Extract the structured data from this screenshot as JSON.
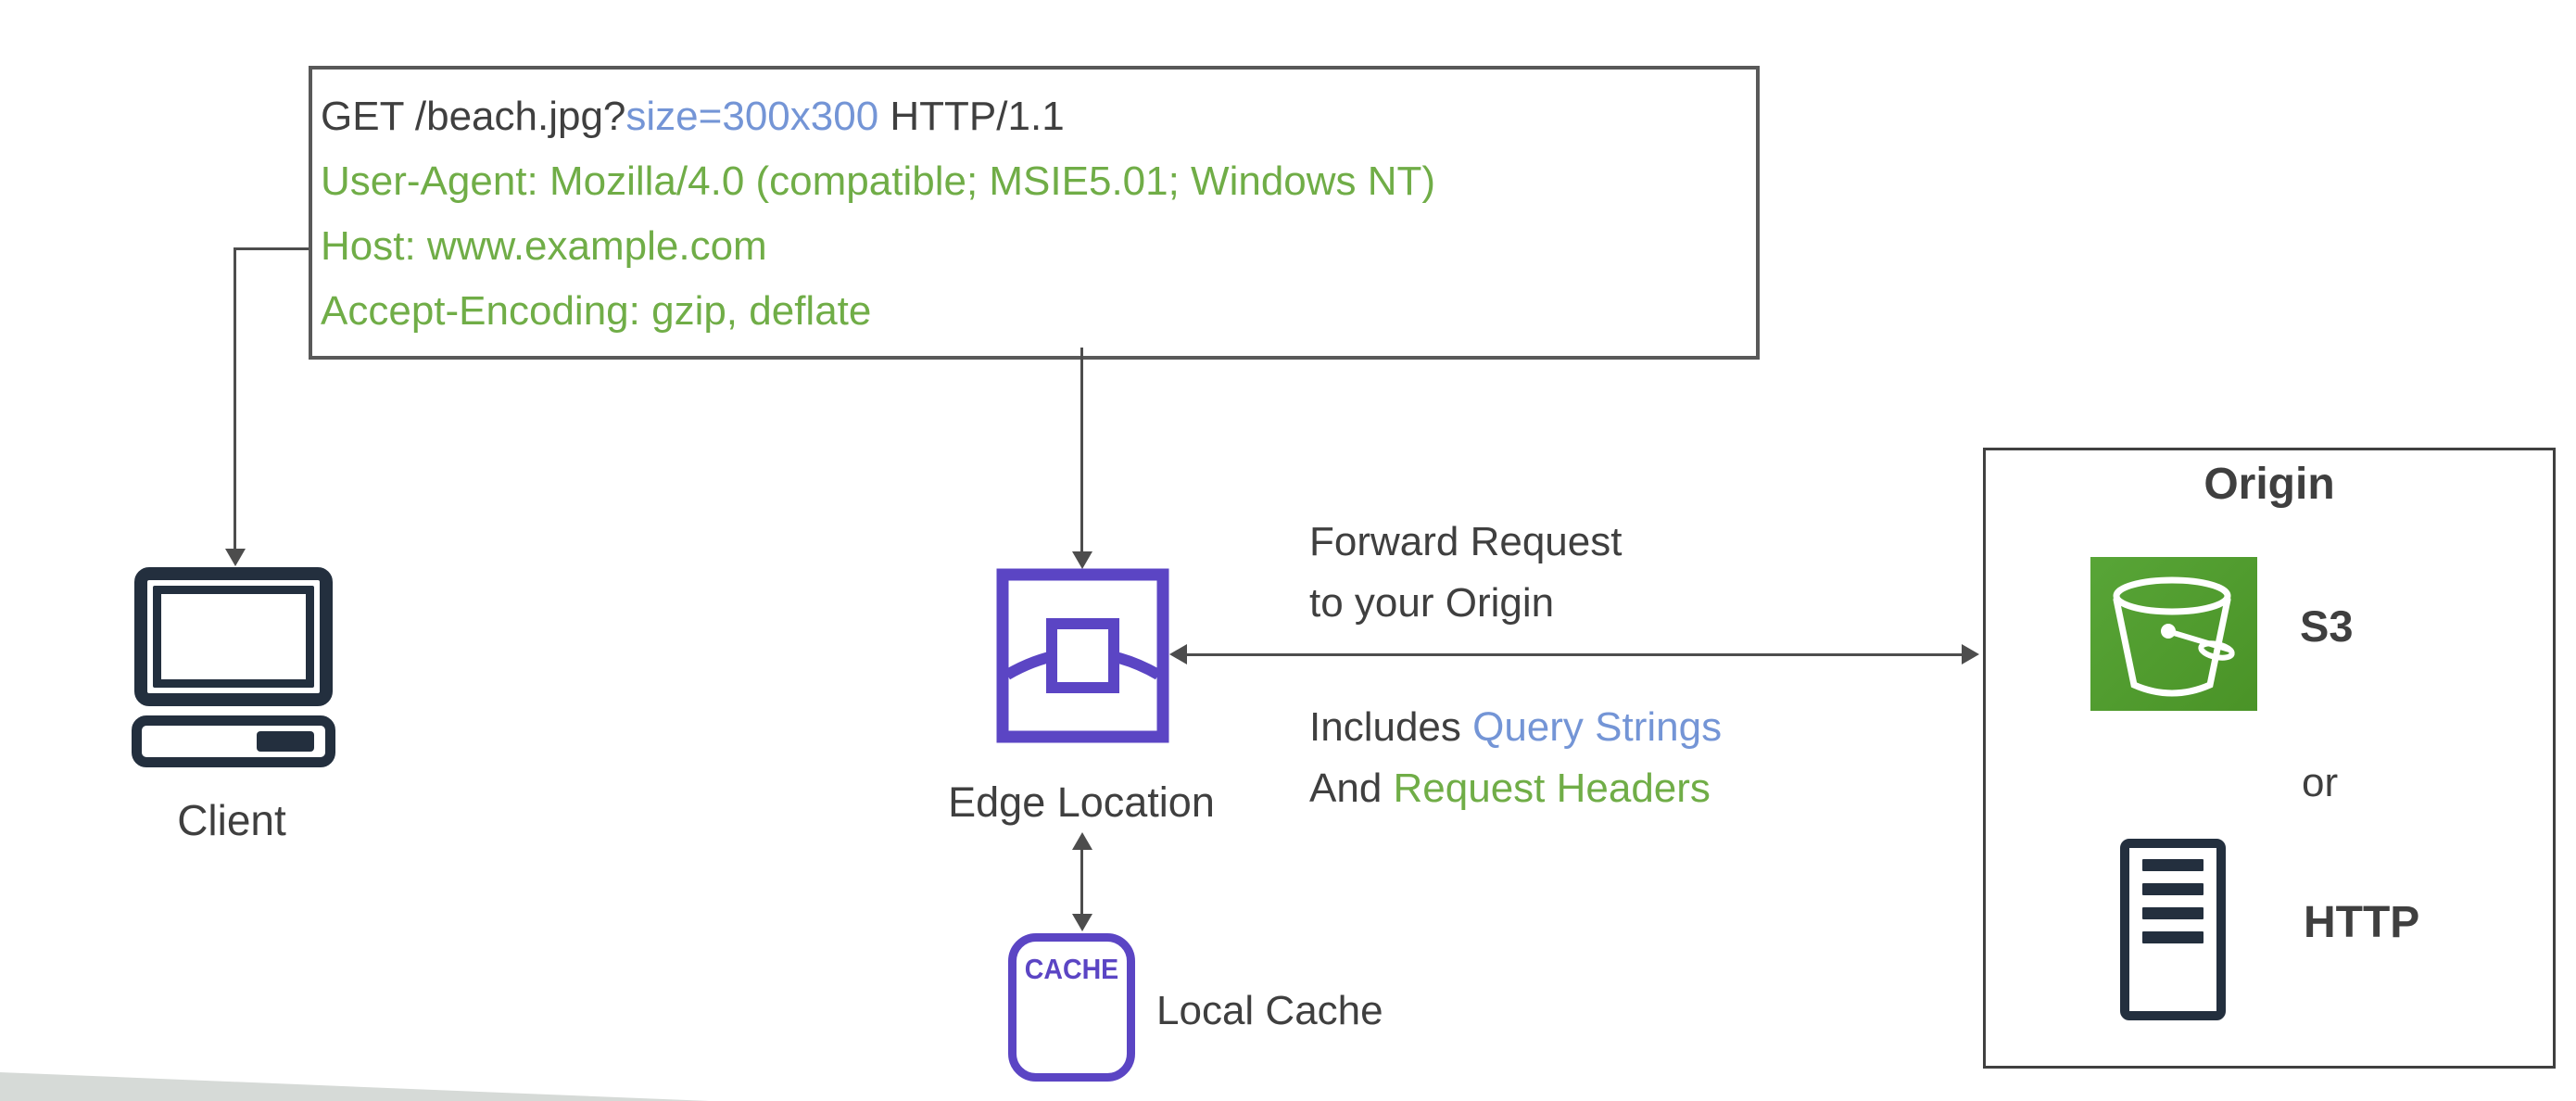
{
  "request_box": {
    "line1_prefix": "GET /beach.jpg?",
    "line1_query": "size=300x300",
    "line1_suffix": " HTTP/1.1",
    "line2": "User-Agent: Mozilla/4.0 (compatible; MSIE5.01; Windows NT)",
    "line3": "Host: www.example.com",
    "line4": "Accept-Encoding: gzip, deflate"
  },
  "client": {
    "label": "Client"
  },
  "edge": {
    "label": "Edge Location"
  },
  "cache": {
    "box_text": "CACHE",
    "label": "Local Cache"
  },
  "annotations": {
    "forward_line1": "Forward Request",
    "forward_line2": "to your Origin",
    "includes_prefix": "Includes ",
    "includes_query": "Query Strings",
    "and_prefix": "And ",
    "and_headers": "Request Headers"
  },
  "origin": {
    "title": "Origin",
    "s3_label": "S3",
    "or_label": "or",
    "http_label": "HTTP"
  },
  "colors": {
    "purple": "#5b45c4",
    "navy": "#232f3e",
    "green_text": "#70ad47",
    "blue_text": "#7495d6",
    "dark_text": "#3f3f3f",
    "s3_green": "#4f9c2e",
    "arrow_gray": "#4d4d4d"
  }
}
